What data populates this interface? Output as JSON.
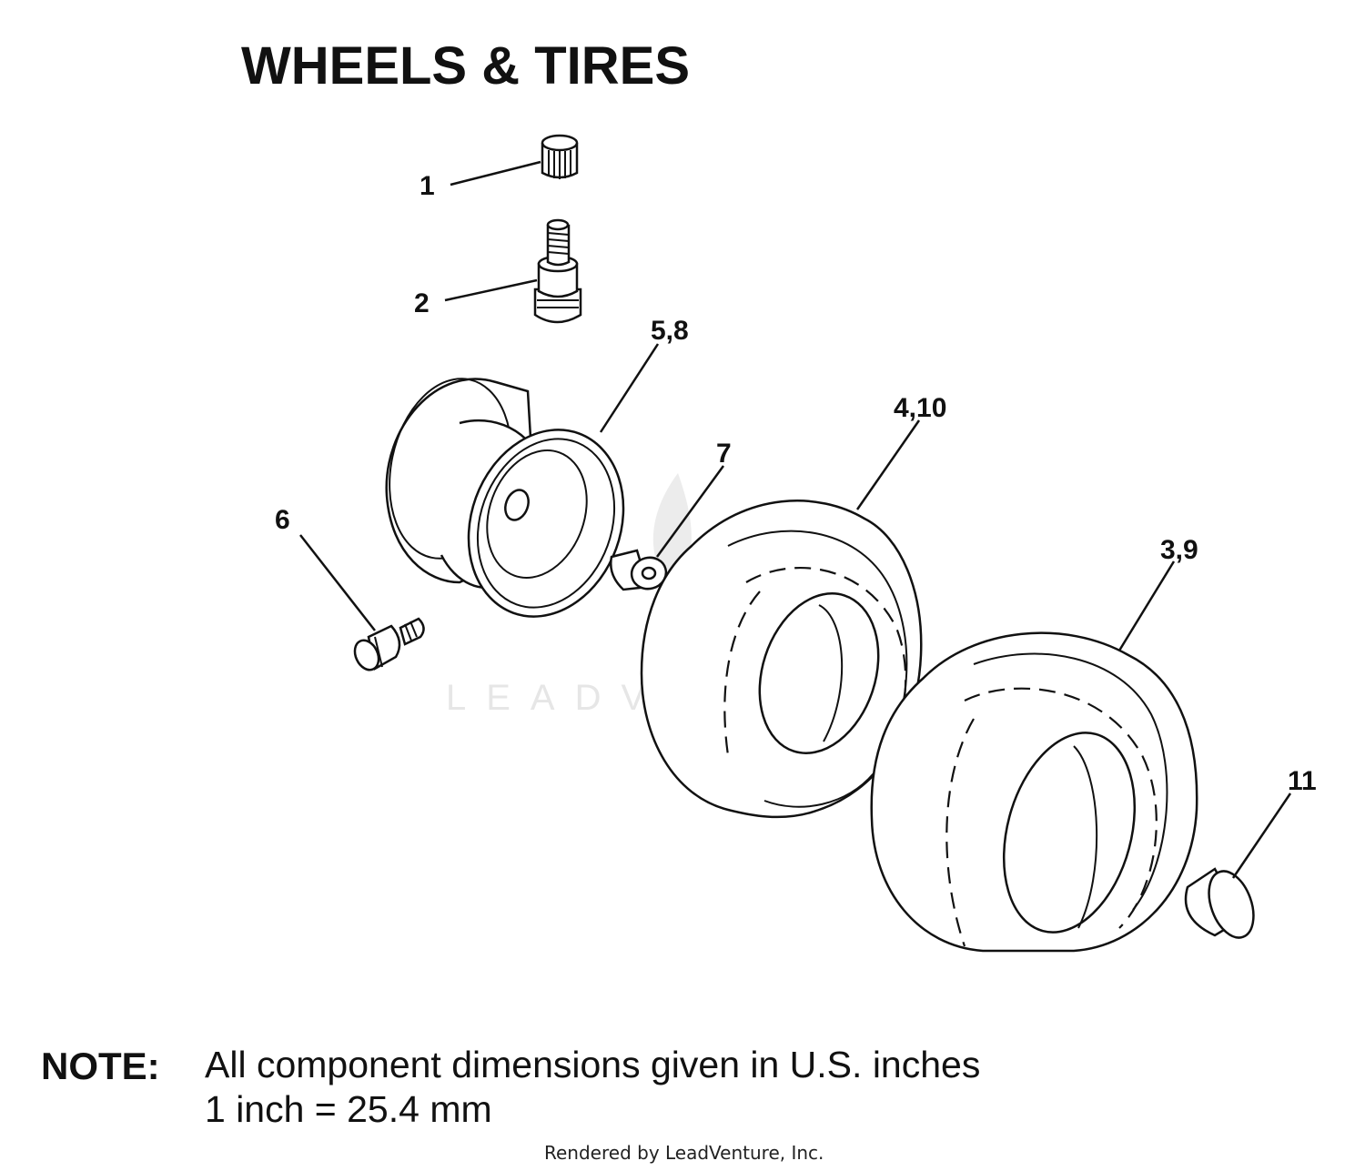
{
  "title": "WHEELS & TIRES",
  "callouts": {
    "c1": "1",
    "c2": "2",
    "c3": "3,9",
    "c4": "4,10",
    "c5": "5,8",
    "c6": "6",
    "c7": "7",
    "c11": "11"
  },
  "note": {
    "label": "NOTE:",
    "line1": "All component dimensions given in U.S. inches",
    "line2": "1 inch = 25.4 mm"
  },
  "watermark": "LEADVENTURE",
  "footer": "Rendered by LeadVenture, Inc."
}
